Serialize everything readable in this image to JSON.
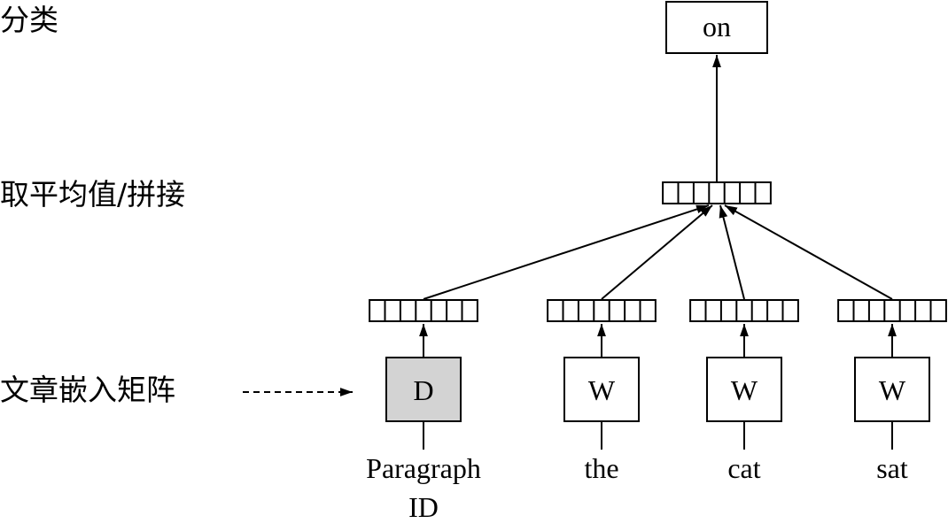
{
  "row_labels": {
    "classify": "分类",
    "average_concat": "取平均值/拼接",
    "doc_embedding_matrix": "文章嵌入矩阵"
  },
  "output": {
    "label": "on"
  },
  "inputs": [
    {
      "id": "paragraph",
      "box_letter": "D",
      "word_line1": "Paragraph",
      "word_line2": "ID",
      "shaded": true
    },
    {
      "id": "the",
      "box_letter": "W",
      "word_line1": "the",
      "word_line2": "",
      "shaded": false
    },
    {
      "id": "cat",
      "box_letter": "W",
      "word_line1": "cat",
      "word_line2": "",
      "shaded": false
    },
    {
      "id": "sat",
      "box_letter": "W",
      "word_line1": "sat",
      "word_line2": "",
      "shaded": false
    }
  ],
  "vector_cells": 7,
  "colors": {
    "shaded_box": "#d3d3d3",
    "stroke": "#000000"
  }
}
